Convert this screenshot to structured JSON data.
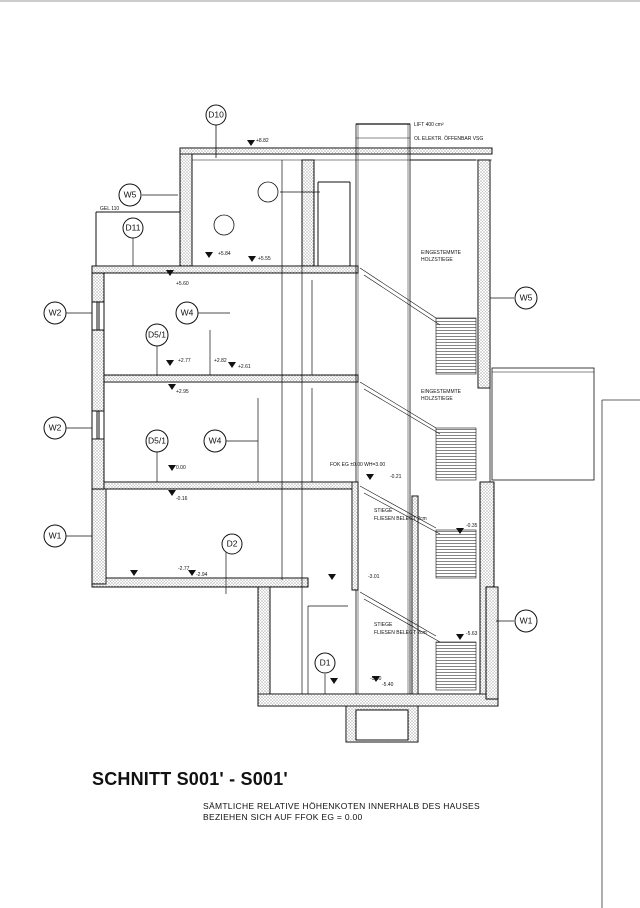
{
  "title": "SCHNITT S001' - S001'",
  "note_line1": "SÄMTLICHE RELATIVE HÖHENKOTEN INNERHALB DES HAUSES",
  "note_line2": "BEZIEHEN SICH AUF FFOK EG = 0.00",
  "tags": {
    "d10": "D10",
    "w5_left": "W5",
    "d11": "D11",
    "w2_upper": "W2",
    "w4_upper": "W4",
    "d51_upper": "D5/1",
    "w2_lower": "W2",
    "d51_lower": "D5/1",
    "w4_lower": "W4",
    "w1_left": "W1",
    "d2": "D2",
    "d1": "D1",
    "w5_right": "W5",
    "w1_right": "W1"
  },
  "labels": {
    "lift": "LIFT 400 cm²",
    "elektr": "OL ELEKTR. ÖFFENBAR VSG",
    "gel": "GEL 110",
    "stair_upper": [
      "EINGESTEMMTE",
      "HOLZSTIEGE"
    ],
    "stair_mid": [
      "EINGESTEMMTE",
      "HOLZSTIEGE"
    ],
    "stair_lower": [
      "STIEGE",
      "FLIESEN BELEGT 2cm"
    ],
    "stair_basement": [
      "STIEGE",
      "FLIESEN BELEGT 2cm"
    ],
    "fok_eg": "FOK EG ±0.00 WH=3.00"
  },
  "levels": {
    "top": "+8.82",
    "og2": "+5.84",
    "og2_b": "+5.55",
    "og2_c": "+5.60",
    "og1": "+2.77",
    "og1_b": "+2.82",
    "og1_c": "+2.61",
    "og1_d": "+2.95",
    "eg": "0.00",
    "eg_b": "-0.16",
    "eg_c": "-0.21",
    "eg_d": "-0.35",
    "kg1": "-2.77",
    "kg1_b": "-2.94",
    "kg1_c": "-3.01",
    "kg2": "-5.60",
    "kg2_b": "-5.63",
    "kg2_c": "-5.40"
  }
}
